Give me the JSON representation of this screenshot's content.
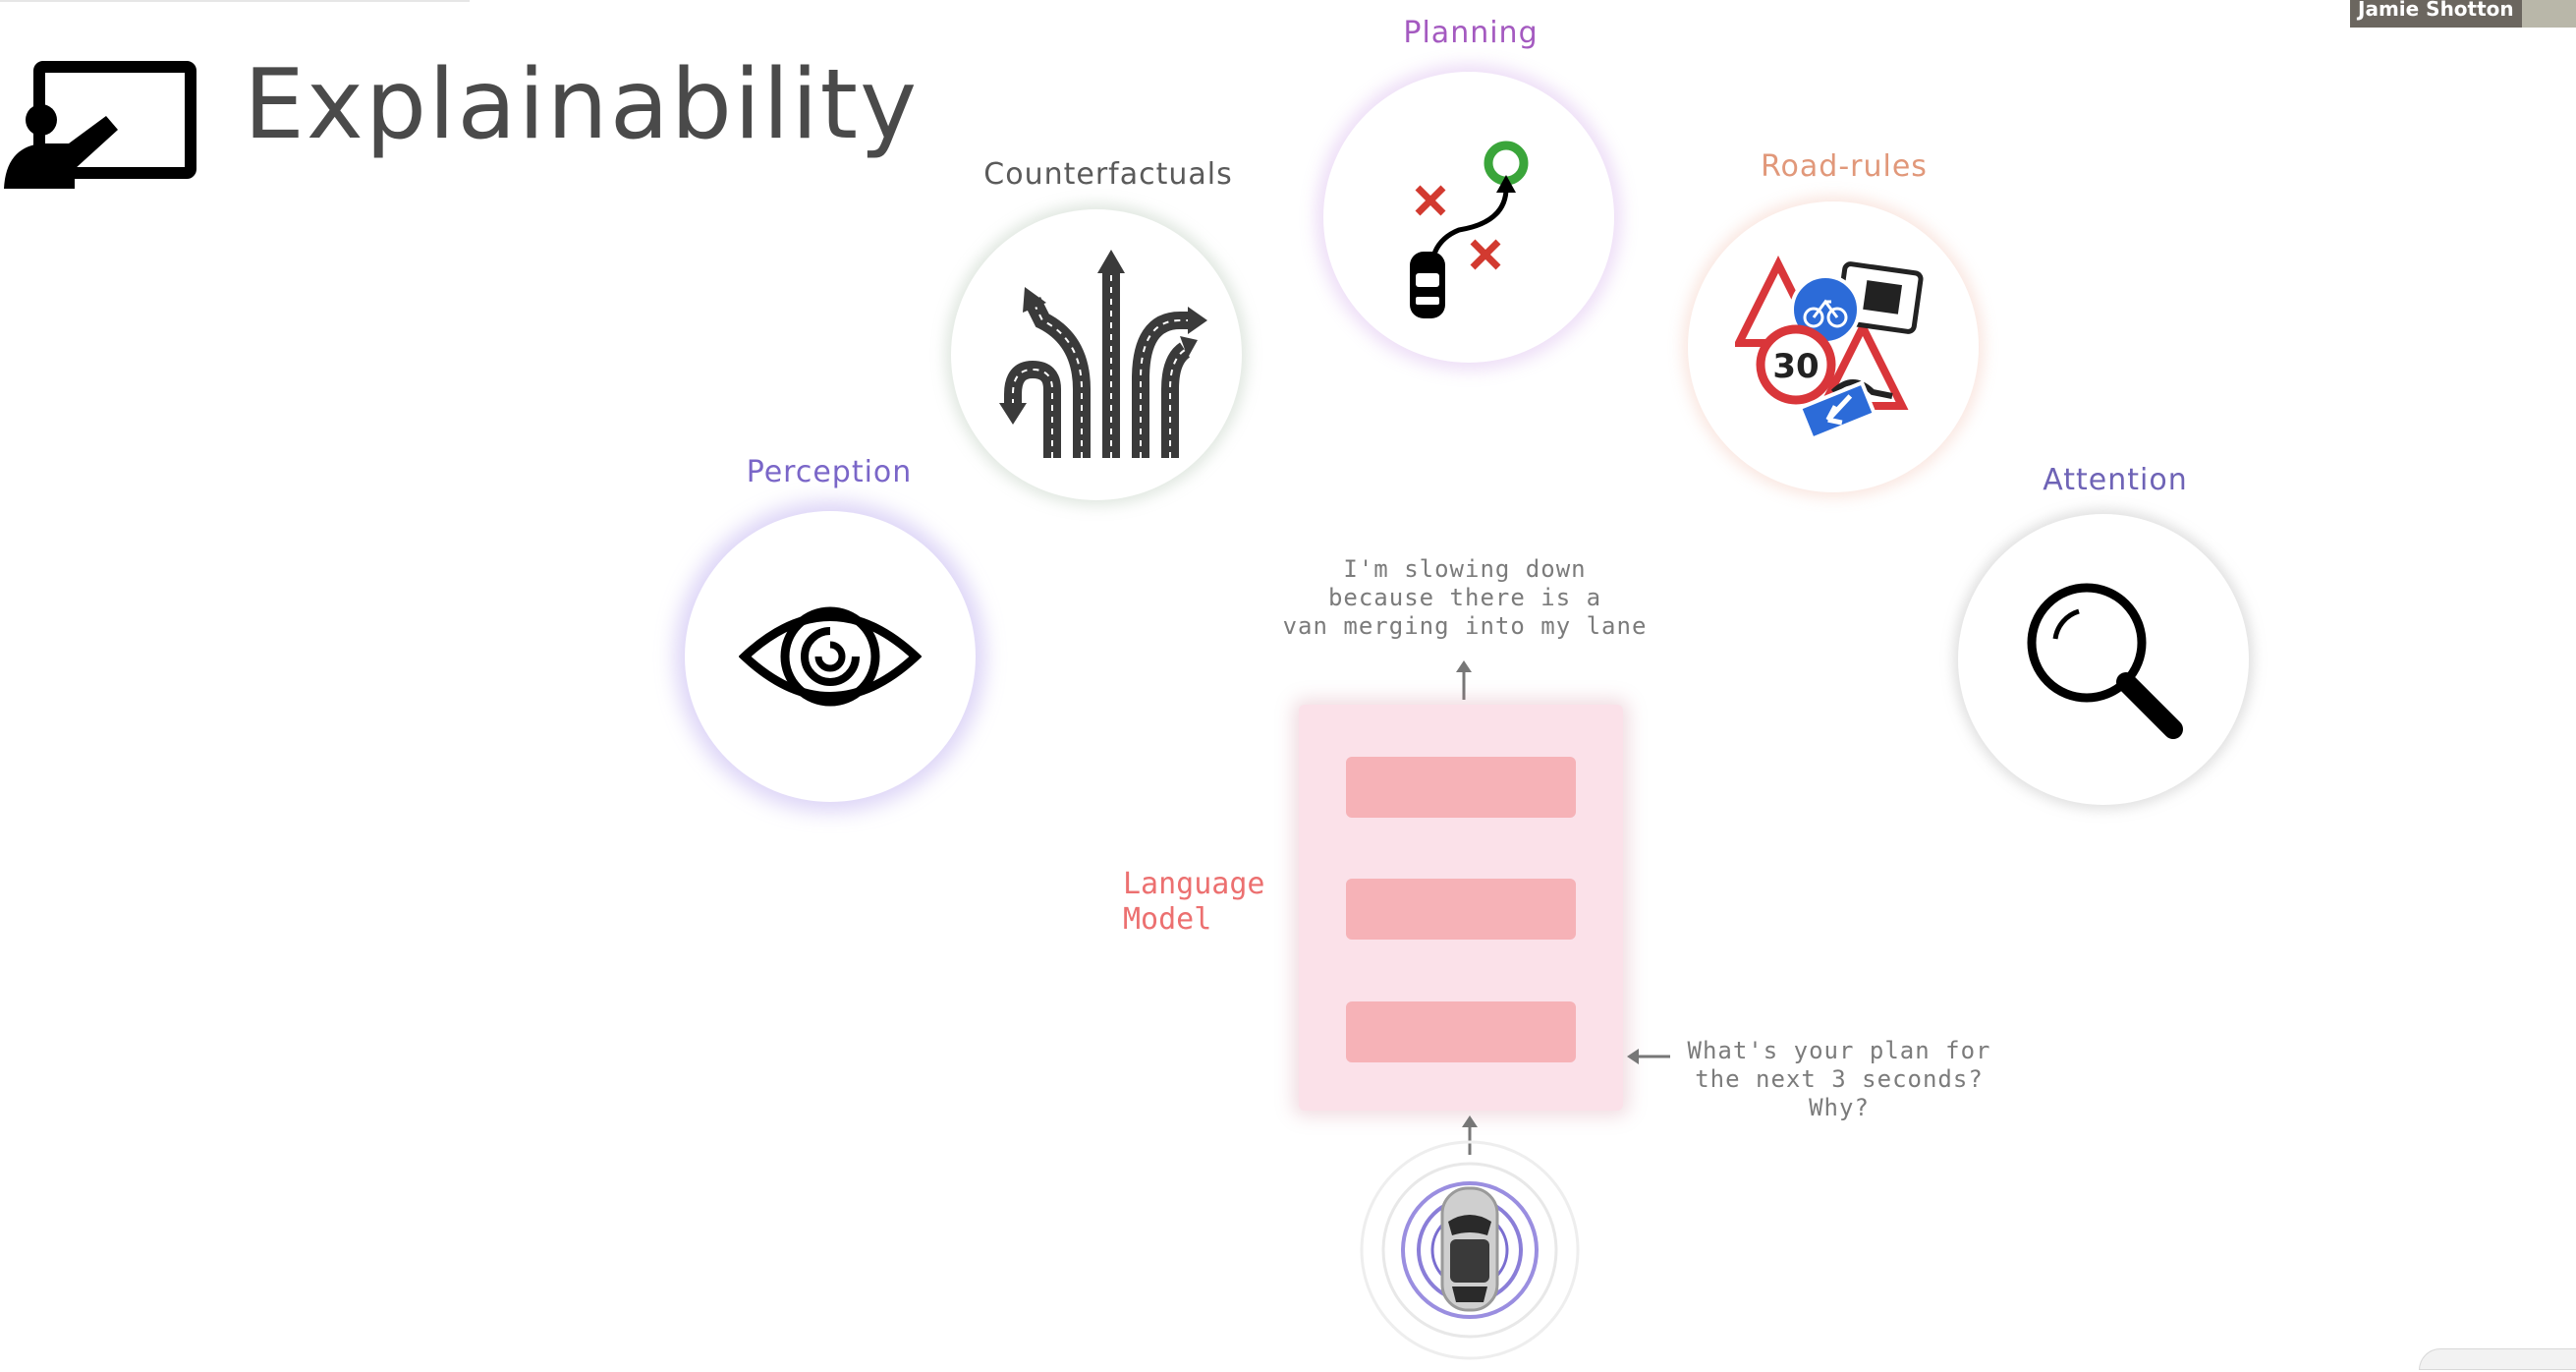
{
  "slide": {
    "title": "Explainability",
    "presenter_name": "Jamie Shotton"
  },
  "diagram": {
    "nodes": [
      {
        "id": "perception",
        "label": "Perception",
        "icon": "eye-icon",
        "color": "#7a66c8"
      },
      {
        "id": "counterfactuals",
        "label": "Counterfactuals",
        "icon": "branching-roads-icon",
        "color": "#5a5a5a"
      },
      {
        "id": "planning",
        "label": "Planning",
        "icon": "route-planning-icon",
        "color": "#a45ac0"
      },
      {
        "id": "road_rules",
        "label": "Road-rules",
        "icon": "road-signs-icon",
        "color": "#e1987a"
      },
      {
        "id": "attention",
        "label": "Attention",
        "icon": "magnifier-icon",
        "color": "#6e63b6"
      }
    ],
    "language_model": {
      "label_line1": "Language",
      "label_line2": "Model",
      "color": "#ec7070"
    },
    "output_text": "I'm slowing down\nbecause there is a\nvan merging into my lane",
    "question_text": "What's your plan for\nthe next 3 seconds?\nWhy?",
    "road_sign_text": "30"
  }
}
